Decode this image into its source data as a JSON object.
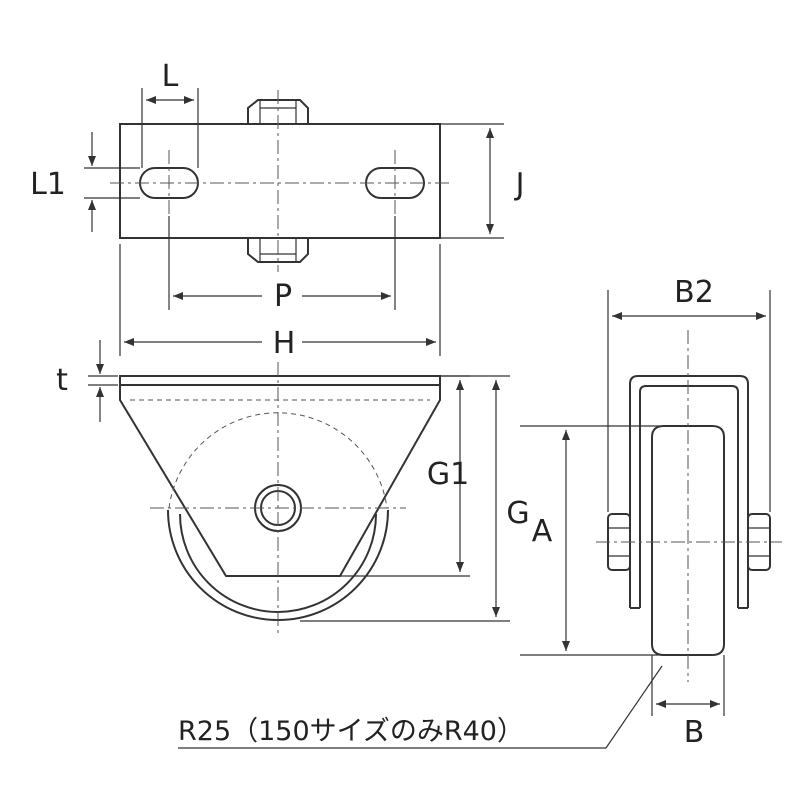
{
  "labels": {
    "L": "L",
    "L1": "L1",
    "J": "J",
    "P": "P",
    "H": "H",
    "t": "t",
    "G1": "G1",
    "G": "G",
    "A": "A",
    "B2": "B2",
    "B": "B"
  },
  "note": "R25（150サイズのみR40）",
  "colors": {
    "line": "#333333",
    "background": "#ffffff"
  }
}
